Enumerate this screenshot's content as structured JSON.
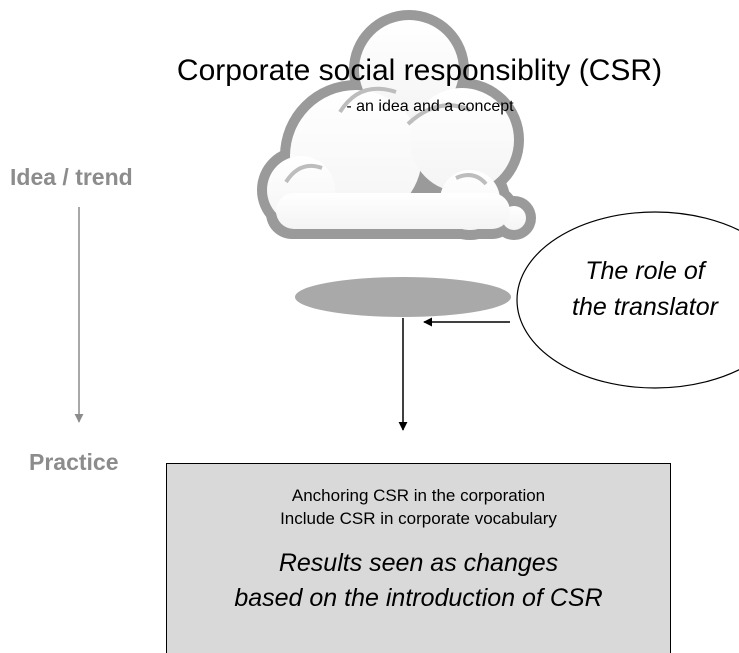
{
  "title": "Corporate social responsiblity (CSR)",
  "subtitle": "- an idea and a concept",
  "scale": {
    "top_label": "Idea / trend",
    "bottom_label": "Practice"
  },
  "translator": {
    "line1": "The role of",
    "line2": "the translator"
  },
  "practice_box": {
    "line1": "Anchoring CSR in the corporation",
    "line2": "Include CSR in corporate vocabulary",
    "result_line1": "Results seen as changes",
    "result_line2": "based on the introduction of CSR"
  },
  "icons": {
    "cloud": "cloud-icon"
  },
  "colors": {
    "background": "#ffffff",
    "box_fill": "#d9d9d9",
    "cloud_fill": "#ffffff",
    "cloud_outline": "#9a9a9a",
    "shadow": "#a9a9a9",
    "side_label": "#8c8c8c"
  }
}
